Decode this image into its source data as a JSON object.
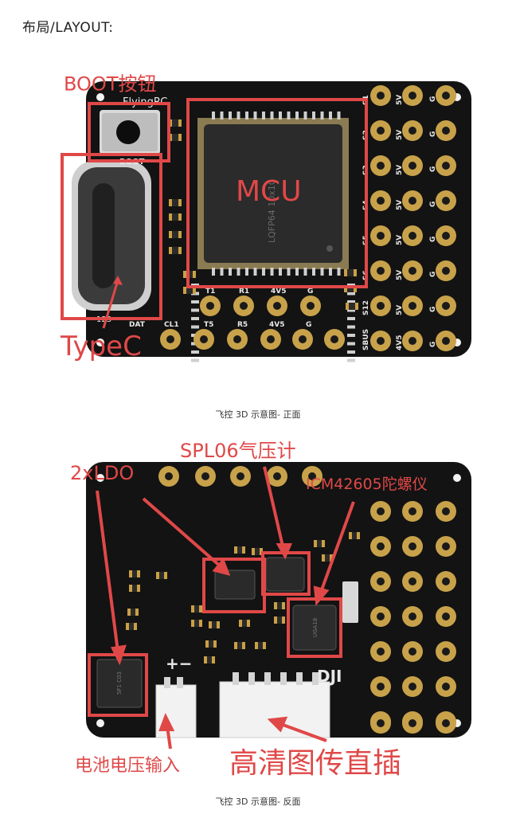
{
  "heading": "布局/LAYOUT:",
  "front": {
    "silk": {
      "brand": "FlyingRC",
      "boot": "BOOT",
      "chip": "LQFP64 10x10",
      "pad_labels_top": [
        "T1",
        "R1",
        "4V5",
        "G"
      ],
      "pad_labels_bottom": [
        "DAT",
        "CL1",
        "T5",
        "R5",
        "4V5",
        "G"
      ],
      "left_bottom": "123",
      "right_col1": [
        "S1",
        "S2",
        "S3",
        "S4",
        "S5",
        "S6",
        "S12",
        "SBUS"
      ],
      "right_col2": [
        "5V",
        "5V",
        "5V",
        "5V",
        "5V",
        "5V",
        "5V",
        "4V5"
      ],
      "right_col3": [
        "G",
        "G",
        "G",
        "G",
        "G",
        "G",
        "G",
        "G"
      ]
    },
    "annotations": {
      "boot_button": "BOOT按钮",
      "mcu": "MCU",
      "typec": "TypeC"
    },
    "caption": "飞控 3D 示意图- 正面"
  },
  "back": {
    "silk": {
      "pm": "+−",
      "dji": "DJI",
      "imu_chip": "UGA18",
      "ldo_chip": "5F1 C03"
    },
    "annotations": {
      "ldo": "2xLDO",
      "baro": "SPL06气压计",
      "gyro": "ICM42605陀螺仪",
      "battery": "电池电压输入",
      "hd_plug": "高清图传直插"
    },
    "caption": "飞控 3D 示意图- 反面"
  },
  "colors": {
    "board": "#131313",
    "pad": "#c8a24a",
    "annotation": "#e04848",
    "silk": "#e8e8e8"
  }
}
